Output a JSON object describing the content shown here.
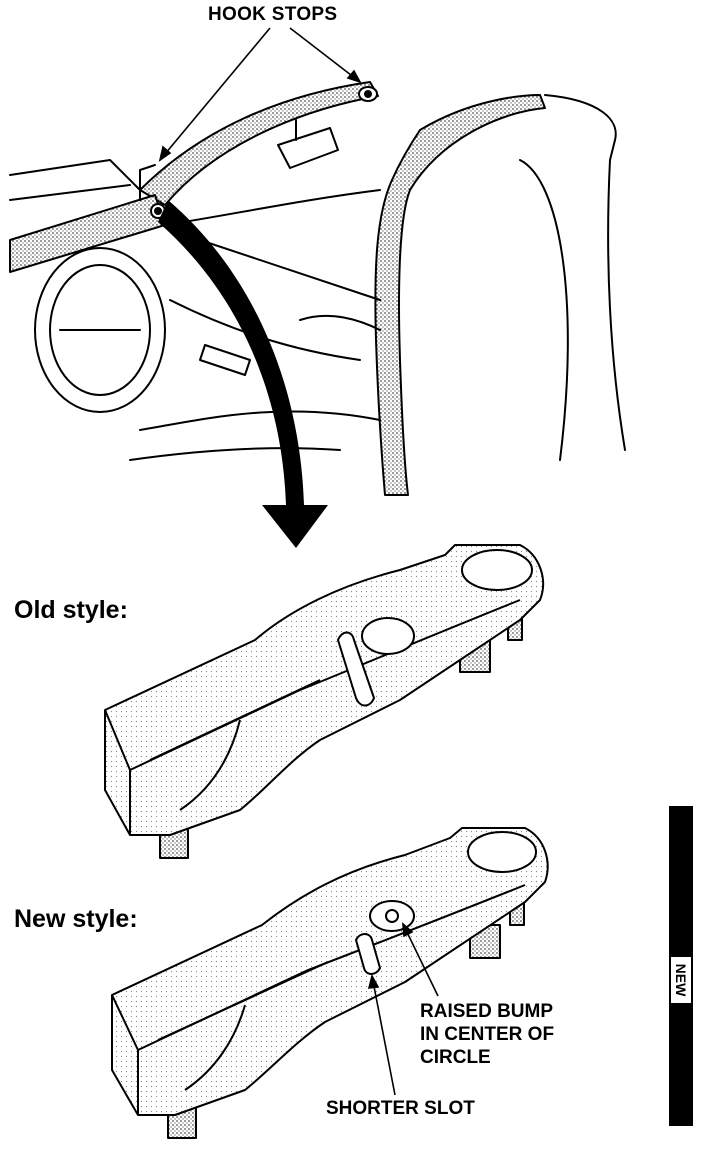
{
  "labels": {
    "hook_stops": "HOOK STOPS",
    "old_style": "Old style:",
    "new_style": "New style:",
    "raised_bump": [
      "RAISED BUMP",
      "IN CENTER OF",
      "CIRCLE"
    ],
    "shorter_slot": "SHORTER SLOT",
    "side_tab": "NEW"
  },
  "colors": {
    "ink": "#000000",
    "paper": "#ffffff",
    "shade": "#b8b8b8"
  }
}
